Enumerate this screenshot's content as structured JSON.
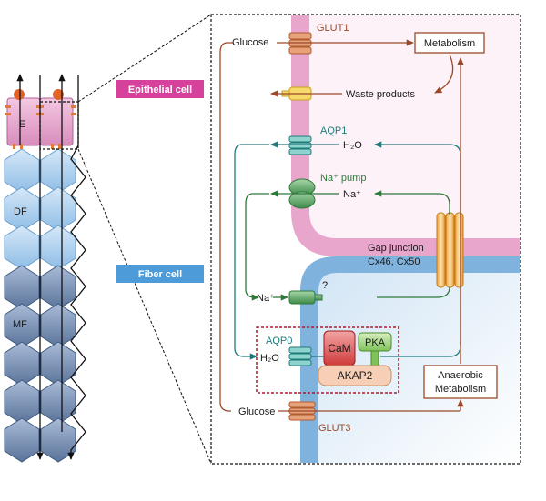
{
  "left_panel": {
    "cell_labels": {
      "epithelial": "E",
      "differentiating_fiber": "DF",
      "mature_fiber": "MF"
    }
  },
  "tags": {
    "epithelial_cell": "Epithelial cell",
    "fiber_cell": "Fiber cell"
  },
  "inset": {
    "glut1": "GLUT1",
    "glut3": "GLUT3",
    "glucose_top": "Glucose",
    "glucose_bottom": "Glucose",
    "metabolism": "Metabolism",
    "waste_products": "Waste products",
    "aqp1": "AQP1",
    "water_top": "H₂O",
    "na_pump": "Na⁺ pump",
    "na_top": "Na⁺",
    "gap_junction": "Gap junction",
    "connexins": "Cx46, Cx50",
    "na_bottom": "Na⁺",
    "question": "?",
    "aqp0": "AQP0",
    "water_bottom": "H₂O",
    "cam": "CaM",
    "pka": "PKA",
    "akap2": "AKAP2",
    "anaerobic_line1": "Anaerobic",
    "anaerobic_line2": "Metabolism"
  },
  "colors": {
    "epithelial_pink": "#e9a6cc",
    "fiber_blue": "#7fb3de",
    "transport_brown": "#9a4a2a",
    "water_teal": "#1f7a7a",
    "sodium_green": "#2e7a3a",
    "complex_red": "#b0182a"
  }
}
